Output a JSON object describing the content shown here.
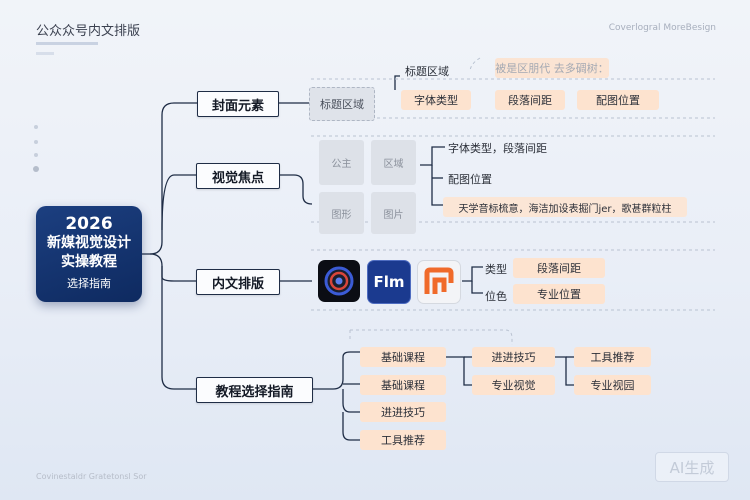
{
  "header": {
    "title": "公众众号内文排版",
    "brand": "Coverlogral MoreBesign"
  },
  "footer": {
    "tag": "Covinestaldr Gratetonsl Sor",
    "ai_badge": "AI生成"
  },
  "center": {
    "year": "2026",
    "line1": "新媒视觉设计",
    "line2": "实操教程",
    "sub": "选择指南"
  },
  "branches": {
    "cover": {
      "label": "封面元素",
      "title_box": "标题区域",
      "top_label": "标题区域",
      "top_note": "被是区朋代 去多碉树：",
      "chips": [
        "字体类型",
        "段落间距",
        "配图位置"
      ]
    },
    "visual": {
      "label": "视觉焦点",
      "grid": [
        "公主",
        "区域",
        "图形",
        "图片"
      ],
      "notes": [
        "字体类型，段落间距",
        "配图位置",
        "天学音标梳意，海洁加设表掘门jer，歌甚群粒柱"
      ]
    },
    "body": {
      "label": "内文排版",
      "icon_text": "Flm",
      "rows": [
        {
          "label": "类型",
          "chip": "段落间距"
        },
        {
          "label": "位色",
          "chip": "专业位置"
        }
      ]
    },
    "guide": {
      "label": "教程选择指南",
      "col1": [
        "基础课程",
        "基础课程",
        "进进技巧",
        "工具推荐"
      ],
      "col2": [
        "进进技巧",
        "专业视觉"
      ],
      "col3": [
        "工具推荐",
        "专业视园"
      ]
    }
  },
  "colors": {
    "navy": "#0e2a60",
    "chip": "#fde3cf",
    "line": "#1f2d46",
    "accent_orange": "#f06a2a"
  },
  "icons": [
    "camera-lens-icon",
    "flm-logo-icon",
    "orange-brand-icon"
  ]
}
